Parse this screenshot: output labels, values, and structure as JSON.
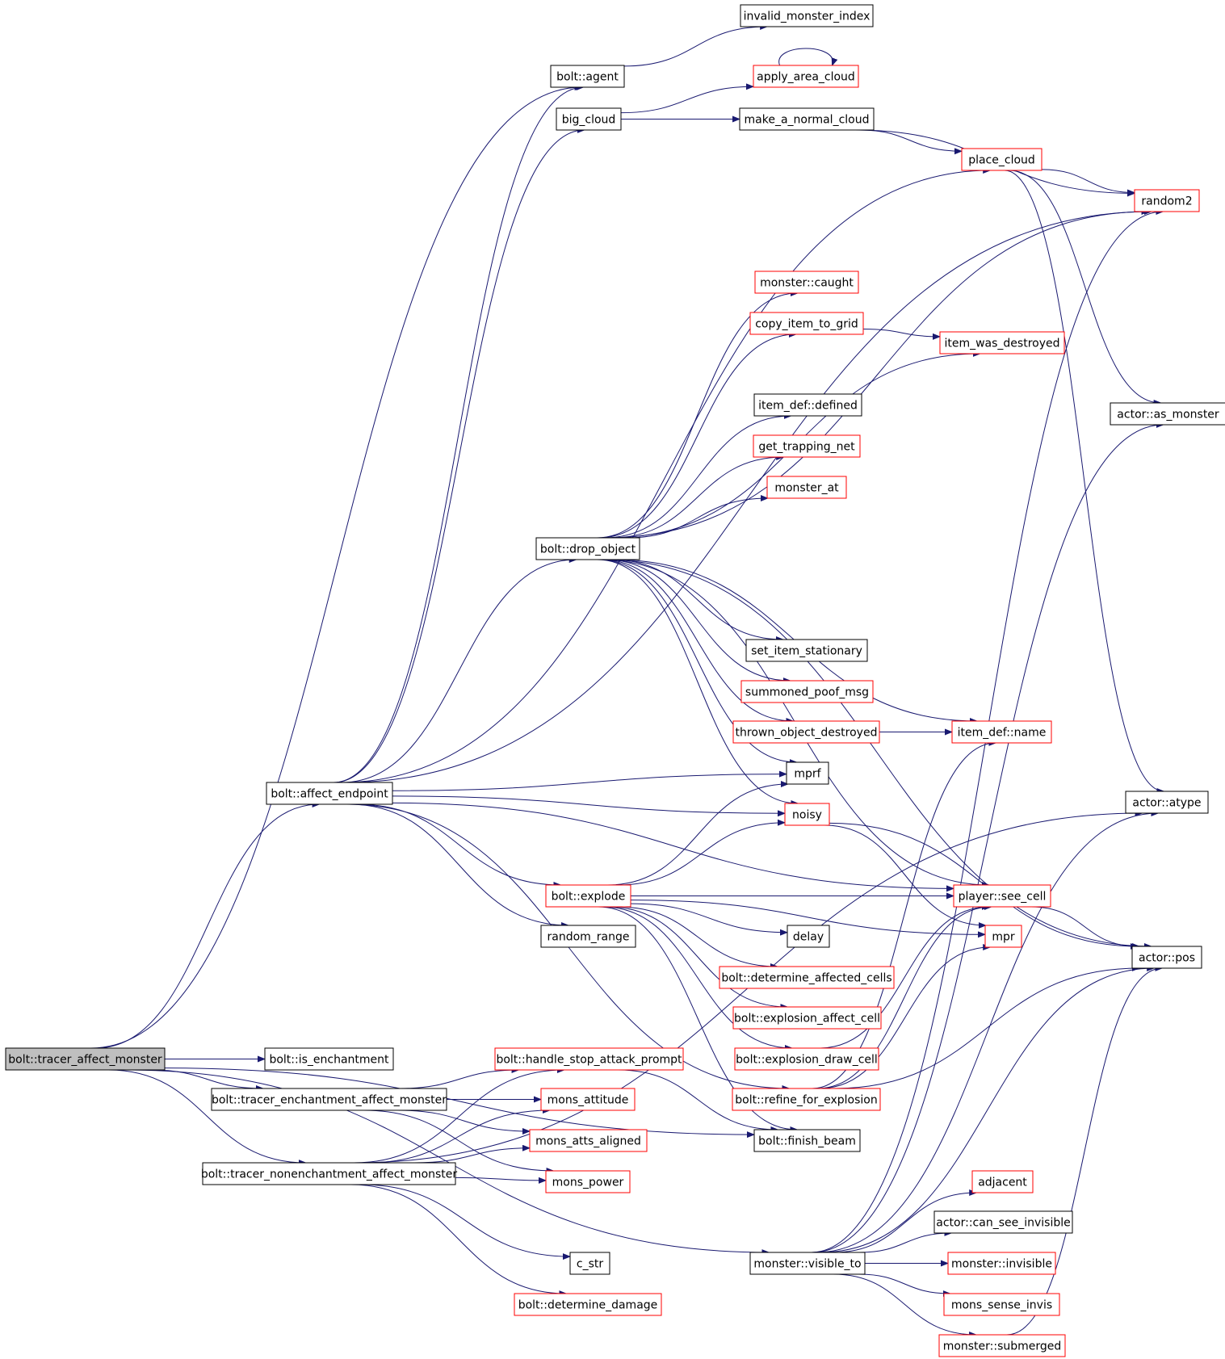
{
  "colors": {
    "edge": "#191970",
    "border_black": "#000000",
    "border_red": "#ff0000",
    "root_fill": "#bfbfbf",
    "node_fill": "#ffffff"
  },
  "nodes": [
    {
      "id": "invalid_monster_index",
      "label": "invalid_monster_index",
      "border": "black"
    },
    {
      "id": "bolt_agent",
      "label": "bolt::agent",
      "border": "black"
    },
    {
      "id": "apply_area_cloud",
      "label": "apply_area_cloud",
      "border": "red"
    },
    {
      "id": "big_cloud",
      "label": "big_cloud",
      "border": "black"
    },
    {
      "id": "make_a_normal_cloud",
      "label": "make_a_normal_cloud",
      "border": "black"
    },
    {
      "id": "place_cloud",
      "label": "place_cloud",
      "border": "red"
    },
    {
      "id": "random2",
      "label": "random2",
      "border": "red"
    },
    {
      "id": "monster_caught",
      "label": "monster::caught",
      "border": "red"
    },
    {
      "id": "copy_item_to_grid",
      "label": "copy_item_to_grid",
      "border": "red"
    },
    {
      "id": "item_was_destroyed",
      "label": "item_was_destroyed",
      "border": "red"
    },
    {
      "id": "item_def_defined",
      "label": "item_def::defined",
      "border": "black"
    },
    {
      "id": "actor_as_monster",
      "label": "actor::as_monster",
      "border": "black"
    },
    {
      "id": "get_trapping_net",
      "label": "get_trapping_net",
      "border": "red"
    },
    {
      "id": "monster_at",
      "label": "monster_at",
      "border": "red"
    },
    {
      "id": "bolt_drop_object",
      "label": "bolt::drop_object",
      "border": "black"
    },
    {
      "id": "set_item_stationary",
      "label": "set_item_stationary",
      "border": "black"
    },
    {
      "id": "summoned_poof_msg",
      "label": "summoned_poof_msg",
      "border": "red"
    },
    {
      "id": "thrown_object_destroyed",
      "label": "thrown_object_destroyed",
      "border": "red"
    },
    {
      "id": "item_def_name",
      "label": "item_def::name",
      "border": "red"
    },
    {
      "id": "mprf",
      "label": "mprf",
      "border": "black"
    },
    {
      "id": "bolt_affect_endpoint",
      "label": "bolt::affect_endpoint",
      "border": "black"
    },
    {
      "id": "noisy",
      "label": "noisy",
      "border": "red"
    },
    {
      "id": "actor_atype",
      "label": "actor::atype",
      "border": "black"
    },
    {
      "id": "bolt_explode",
      "label": "bolt::explode",
      "border": "red"
    },
    {
      "id": "player_see_cell",
      "label": "player::see_cell",
      "border": "red"
    },
    {
      "id": "random_range",
      "label": "random_range",
      "border": "black"
    },
    {
      "id": "delay",
      "label": "delay",
      "border": "black"
    },
    {
      "id": "mpr",
      "label": "mpr",
      "border": "red"
    },
    {
      "id": "actor_pos",
      "label": "actor::pos",
      "border": "black"
    },
    {
      "id": "bolt_determine_affected_cells",
      "label": "bolt::determine_affected_cells",
      "border": "red"
    },
    {
      "id": "bolt_explosion_affect_cell",
      "label": "bolt::explosion_affect_cell",
      "border": "red"
    },
    {
      "id": "bolt_tracer_affect_monster",
      "label": "bolt::tracer_affect_monster",
      "border": "black",
      "root": true
    },
    {
      "id": "bolt_is_enchantment",
      "label": "bolt::is_enchantment",
      "border": "black"
    },
    {
      "id": "bolt_handle_stop_attack_prompt",
      "label": "bolt::handle_stop_attack_prompt",
      "border": "red"
    },
    {
      "id": "bolt_explosion_draw_cell",
      "label": "bolt::explosion_draw_cell",
      "border": "red"
    },
    {
      "id": "bolt_tracer_enchantment_affect_monster",
      "label": "bolt::tracer_enchantment_affect_monster",
      "border": "black"
    },
    {
      "id": "mons_attitude",
      "label": "mons_attitude",
      "border": "red"
    },
    {
      "id": "bolt_refine_for_explosion",
      "label": "bolt::refine_for_explosion",
      "border": "red"
    },
    {
      "id": "mons_atts_aligned",
      "label": "mons_atts_aligned",
      "border": "red"
    },
    {
      "id": "bolt_finish_beam",
      "label": "bolt::finish_beam",
      "border": "black"
    },
    {
      "id": "bolt_tracer_nonenchantment_affect_monster",
      "label": "bolt::tracer_nonenchantment_affect_monster",
      "border": "black"
    },
    {
      "id": "mons_power",
      "label": "mons_power",
      "border": "red"
    },
    {
      "id": "adjacent",
      "label": "adjacent",
      "border": "red"
    },
    {
      "id": "actor_can_see_invisible",
      "label": "actor::can_see_invisible",
      "border": "black"
    },
    {
      "id": "c_str",
      "label": "c_str",
      "border": "black"
    },
    {
      "id": "monster_visible_to",
      "label": "monster::visible_to",
      "border": "black"
    },
    {
      "id": "monster_invisible",
      "label": "monster::invisible",
      "border": "red"
    },
    {
      "id": "bolt_determine_damage",
      "label": "bolt::determine_damage",
      "border": "red"
    },
    {
      "id": "mons_sense_invis",
      "label": "mons_sense_invis",
      "border": "red"
    },
    {
      "id": "monster_submerged",
      "label": "monster::submerged",
      "border": "red"
    }
  ],
  "edges": [
    {
      "from": "bolt_agent",
      "to": "invalid_monster_index"
    },
    {
      "from": "apply_area_cloud",
      "to": "apply_area_cloud"
    },
    {
      "from": "big_cloud",
      "to": "apply_area_cloud"
    },
    {
      "from": "big_cloud",
      "to": "make_a_normal_cloud"
    },
    {
      "from": "make_a_normal_cloud",
      "to": "place_cloud"
    },
    {
      "from": "make_a_normal_cloud",
      "to": "random2"
    },
    {
      "from": "place_cloud",
      "to": "random2"
    },
    {
      "from": "place_cloud",
      "to": "actor_as_monster"
    },
    {
      "from": "place_cloud",
      "to": "actor_atype"
    },
    {
      "from": "copy_item_to_grid",
      "to": "item_was_destroyed"
    },
    {
      "from": "bolt_drop_object",
      "to": "random2"
    },
    {
      "from": "bolt_drop_object",
      "to": "monster_caught"
    },
    {
      "from": "bolt_drop_object",
      "to": "copy_item_to_grid"
    },
    {
      "from": "bolt_drop_object",
      "to": "item_was_destroyed"
    },
    {
      "from": "bolt_drop_object",
      "to": "item_def_defined"
    },
    {
      "from": "bolt_drop_object",
      "to": "get_trapping_net"
    },
    {
      "from": "bolt_drop_object",
      "to": "monster_at"
    },
    {
      "from": "bolt_drop_object",
      "to": "set_item_stationary"
    },
    {
      "from": "bolt_drop_object",
      "to": "summoned_poof_msg"
    },
    {
      "from": "bolt_drop_object",
      "to": "thrown_object_destroyed"
    },
    {
      "from": "bolt_drop_object",
      "to": "item_def_name"
    },
    {
      "from": "bolt_drop_object",
      "to": "mprf"
    },
    {
      "from": "bolt_drop_object",
      "to": "noisy"
    },
    {
      "from": "bolt_drop_object",
      "to": "player_see_cell"
    },
    {
      "from": "bolt_drop_object",
      "to": "actor_pos"
    },
    {
      "from": "thrown_object_destroyed",
      "to": "item_def_name"
    },
    {
      "from": "bolt_affect_endpoint",
      "to": "bolt_agent"
    },
    {
      "from": "bolt_affect_endpoint",
      "to": "big_cloud"
    },
    {
      "from": "bolt_affect_endpoint",
      "to": "place_cloud"
    },
    {
      "from": "bolt_affect_endpoint",
      "to": "random2"
    },
    {
      "from": "bolt_affect_endpoint",
      "to": "bolt_drop_object"
    },
    {
      "from": "bolt_affect_endpoint",
      "to": "mprf"
    },
    {
      "from": "bolt_affect_endpoint",
      "to": "noisy"
    },
    {
      "from": "bolt_affect_endpoint",
      "to": "player_see_cell"
    },
    {
      "from": "bolt_affect_endpoint",
      "to": "bolt_explode"
    },
    {
      "from": "bolt_affect_endpoint",
      "to": "random_range"
    },
    {
      "from": "bolt_affect_endpoint",
      "to": "bolt_refine_for_explosion"
    },
    {
      "from": "noisy",
      "to": "mpr"
    },
    {
      "from": "noisy",
      "to": "actor_pos"
    },
    {
      "from": "bolt_explode",
      "to": "mprf"
    },
    {
      "from": "bolt_explode",
      "to": "noisy"
    },
    {
      "from": "bolt_explode",
      "to": "player_see_cell"
    },
    {
      "from": "bolt_explode",
      "to": "delay"
    },
    {
      "from": "bolt_explode",
      "to": "mpr"
    },
    {
      "from": "bolt_explode",
      "to": "bolt_determine_affected_cells"
    },
    {
      "from": "bolt_explode",
      "to": "bolt_explosion_affect_cell"
    },
    {
      "from": "bolt_explode",
      "to": "bolt_explosion_draw_cell"
    },
    {
      "from": "bolt_explode",
      "to": "bolt_finish_beam"
    },
    {
      "from": "player_see_cell",
      "to": "actor_pos"
    },
    {
      "from": "bolt_explosion_draw_cell",
      "to": "player_see_cell"
    },
    {
      "from": "bolt_refine_for_explosion",
      "to": "item_def_name"
    },
    {
      "from": "bolt_refine_for_explosion",
      "to": "player_see_cell"
    },
    {
      "from": "bolt_refine_for_explosion",
      "to": "mpr"
    },
    {
      "from": "bolt_refine_for_explosion",
      "to": "actor_pos"
    },
    {
      "from": "bolt_tracer_affect_monster",
      "to": "bolt_agent"
    },
    {
      "from": "bolt_tracer_affect_monster",
      "to": "bolt_affect_endpoint"
    },
    {
      "from": "bolt_tracer_affect_monster",
      "to": "bolt_is_enchantment"
    },
    {
      "from": "bolt_tracer_affect_monster",
      "to": "bolt_finish_beam"
    },
    {
      "from": "bolt_tracer_affect_monster",
      "to": "bolt_tracer_enchantment_affect_monster"
    },
    {
      "from": "bolt_tracer_affect_monster",
      "to": "bolt_tracer_nonenchantment_affect_monster"
    },
    {
      "from": "bolt_tracer_affect_monster",
      "to": "monster_visible_to"
    },
    {
      "from": "bolt_handle_stop_attack_prompt",
      "to": "bolt_finish_beam"
    },
    {
      "from": "bolt_tracer_enchantment_affect_monster",
      "to": "bolt_handle_stop_attack_prompt"
    },
    {
      "from": "bolt_tracer_enchantment_affect_monster",
      "to": "mons_attitude"
    },
    {
      "from": "bolt_tracer_enchantment_affect_monster",
      "to": "mons_atts_aligned"
    },
    {
      "from": "bolt_tracer_enchantment_affect_monster",
      "to": "mons_power"
    },
    {
      "from": "bolt_tracer_nonenchantment_affect_monster",
      "to": "bolt_handle_stop_attack_prompt"
    },
    {
      "from": "bolt_tracer_nonenchantment_affect_monster",
      "to": "mons_attitude"
    },
    {
      "from": "bolt_tracer_nonenchantment_affect_monster",
      "to": "mons_atts_aligned"
    },
    {
      "from": "bolt_tracer_nonenchantment_affect_monster",
      "to": "mons_power"
    },
    {
      "from": "bolt_tracer_nonenchantment_affect_monster",
      "to": "c_str"
    },
    {
      "from": "bolt_tracer_nonenchantment_affect_monster",
      "to": "bolt_determine_damage"
    },
    {
      "from": "bolt_tracer_nonenchantment_affect_monster",
      "to": "actor_atype"
    },
    {
      "from": "monster_visible_to",
      "to": "random2"
    },
    {
      "from": "monster_visible_to",
      "to": "actor_as_monster"
    },
    {
      "from": "monster_visible_to",
      "to": "actor_atype"
    },
    {
      "from": "monster_visible_to",
      "to": "actor_pos"
    },
    {
      "from": "monster_visible_to",
      "to": "adjacent"
    },
    {
      "from": "monster_visible_to",
      "to": "actor_can_see_invisible"
    },
    {
      "from": "monster_visible_to",
      "to": "monster_invisible"
    },
    {
      "from": "monster_visible_to",
      "to": "mons_sense_invis"
    },
    {
      "from": "monster_visible_to",
      "to": "monster_submerged"
    },
    {
      "from": "monster_submerged",
      "to": "actor_pos"
    }
  ]
}
